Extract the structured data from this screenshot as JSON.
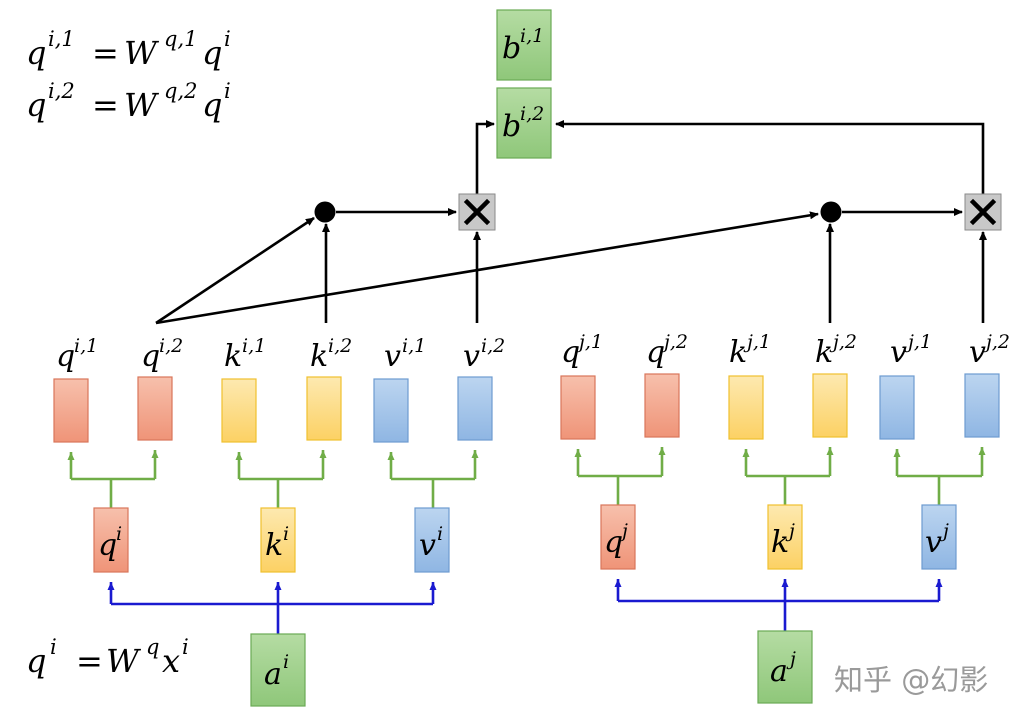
{
  "equations": {
    "line1_lhs": "q",
    "line1_lhs_sup": "i,1",
    "line1_eq": "=",
    "line1_w": "W",
    "line1_w_sup": "q,1",
    "line1_q": "q",
    "line1_q_sup": "i",
    "line2_lhs": "q",
    "line2_lhs_sup": "i,2",
    "line2_eq": "=",
    "line2_w": "W",
    "line2_w_sup": "q,2",
    "line2_q": "q",
    "line2_q_sup": "i",
    "bottom_lhs": "q",
    "bottom_lhs_sup": "i",
    "bottom_eq": "=",
    "bottom_w": "W",
    "bottom_w_sup": "q",
    "bottom_x": "x",
    "bottom_x_sup": "i"
  },
  "outputs": {
    "b1": {
      "base": "b",
      "sup": "i,1"
    },
    "b2": {
      "base": "b",
      "sup": "i,2"
    }
  },
  "operators": {
    "dot_symbol": "●",
    "mult_symbol": "×"
  },
  "left_group": {
    "head_labels": [
      {
        "base": "q",
        "sup": "i,1"
      },
      {
        "base": "q",
        "sup": "i,2"
      },
      {
        "base": "k",
        "sup": "i,1"
      },
      {
        "base": "k",
        "sup": "i,2"
      },
      {
        "base": "v",
        "sup": "i,1"
      },
      {
        "base": "v",
        "sup": "i,2"
      }
    ],
    "mid_labels": [
      {
        "base": "q",
        "sup": "i"
      },
      {
        "base": "k",
        "sup": "i"
      },
      {
        "base": "v",
        "sup": "i"
      }
    ],
    "input": {
      "base": "a",
      "sup": "i"
    }
  },
  "right_group": {
    "head_labels": [
      {
        "base": "q",
        "sup": "j,1"
      },
      {
        "base": "q",
        "sup": "j,2"
      },
      {
        "base": "k",
        "sup": "j,1"
      },
      {
        "base": "k",
        "sup": "j,2"
      },
      {
        "base": "v",
        "sup": "j,1"
      },
      {
        "base": "v",
        "sup": "j,2"
      }
    ],
    "mid_labels": [
      {
        "base": "q",
        "sup": "j"
      },
      {
        "base": "k",
        "sup": "j"
      },
      {
        "base": "v",
        "sup": "j"
      }
    ],
    "input": {
      "base": "a",
      "sup": "j"
    }
  },
  "watermark": "知乎 @幻影",
  "colors": {
    "q_fill": "#f2a58c",
    "q_stroke": "#d9765a",
    "k_fill": "#fddd8a",
    "k_stroke": "#f0c02e",
    "v_fill": "#a3c4e8",
    "v_stroke": "#6d9bd0",
    "a_fill": "#9fd08a",
    "a_stroke": "#6aaa55",
    "green_line": "#70ad47",
    "blue_line": "#1a1ad0",
    "black_line": "#000000",
    "mult_fill": "#c8c8c8"
  }
}
